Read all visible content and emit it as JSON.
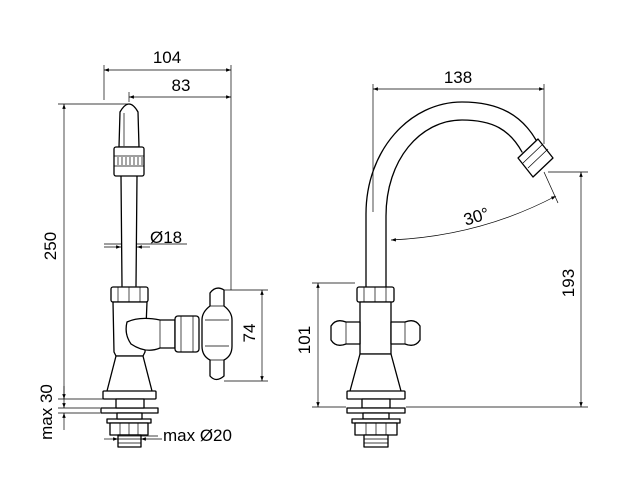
{
  "dimensions": {
    "width_104": "104",
    "width_83": "83",
    "height_250": "250",
    "diameter_18": "Ø18",
    "height_74": "74",
    "max_30": "max 30",
    "max_d20": "max Ø20",
    "width_138": "138",
    "height_101": "101",
    "height_193": "193",
    "angle_30": "30°"
  }
}
